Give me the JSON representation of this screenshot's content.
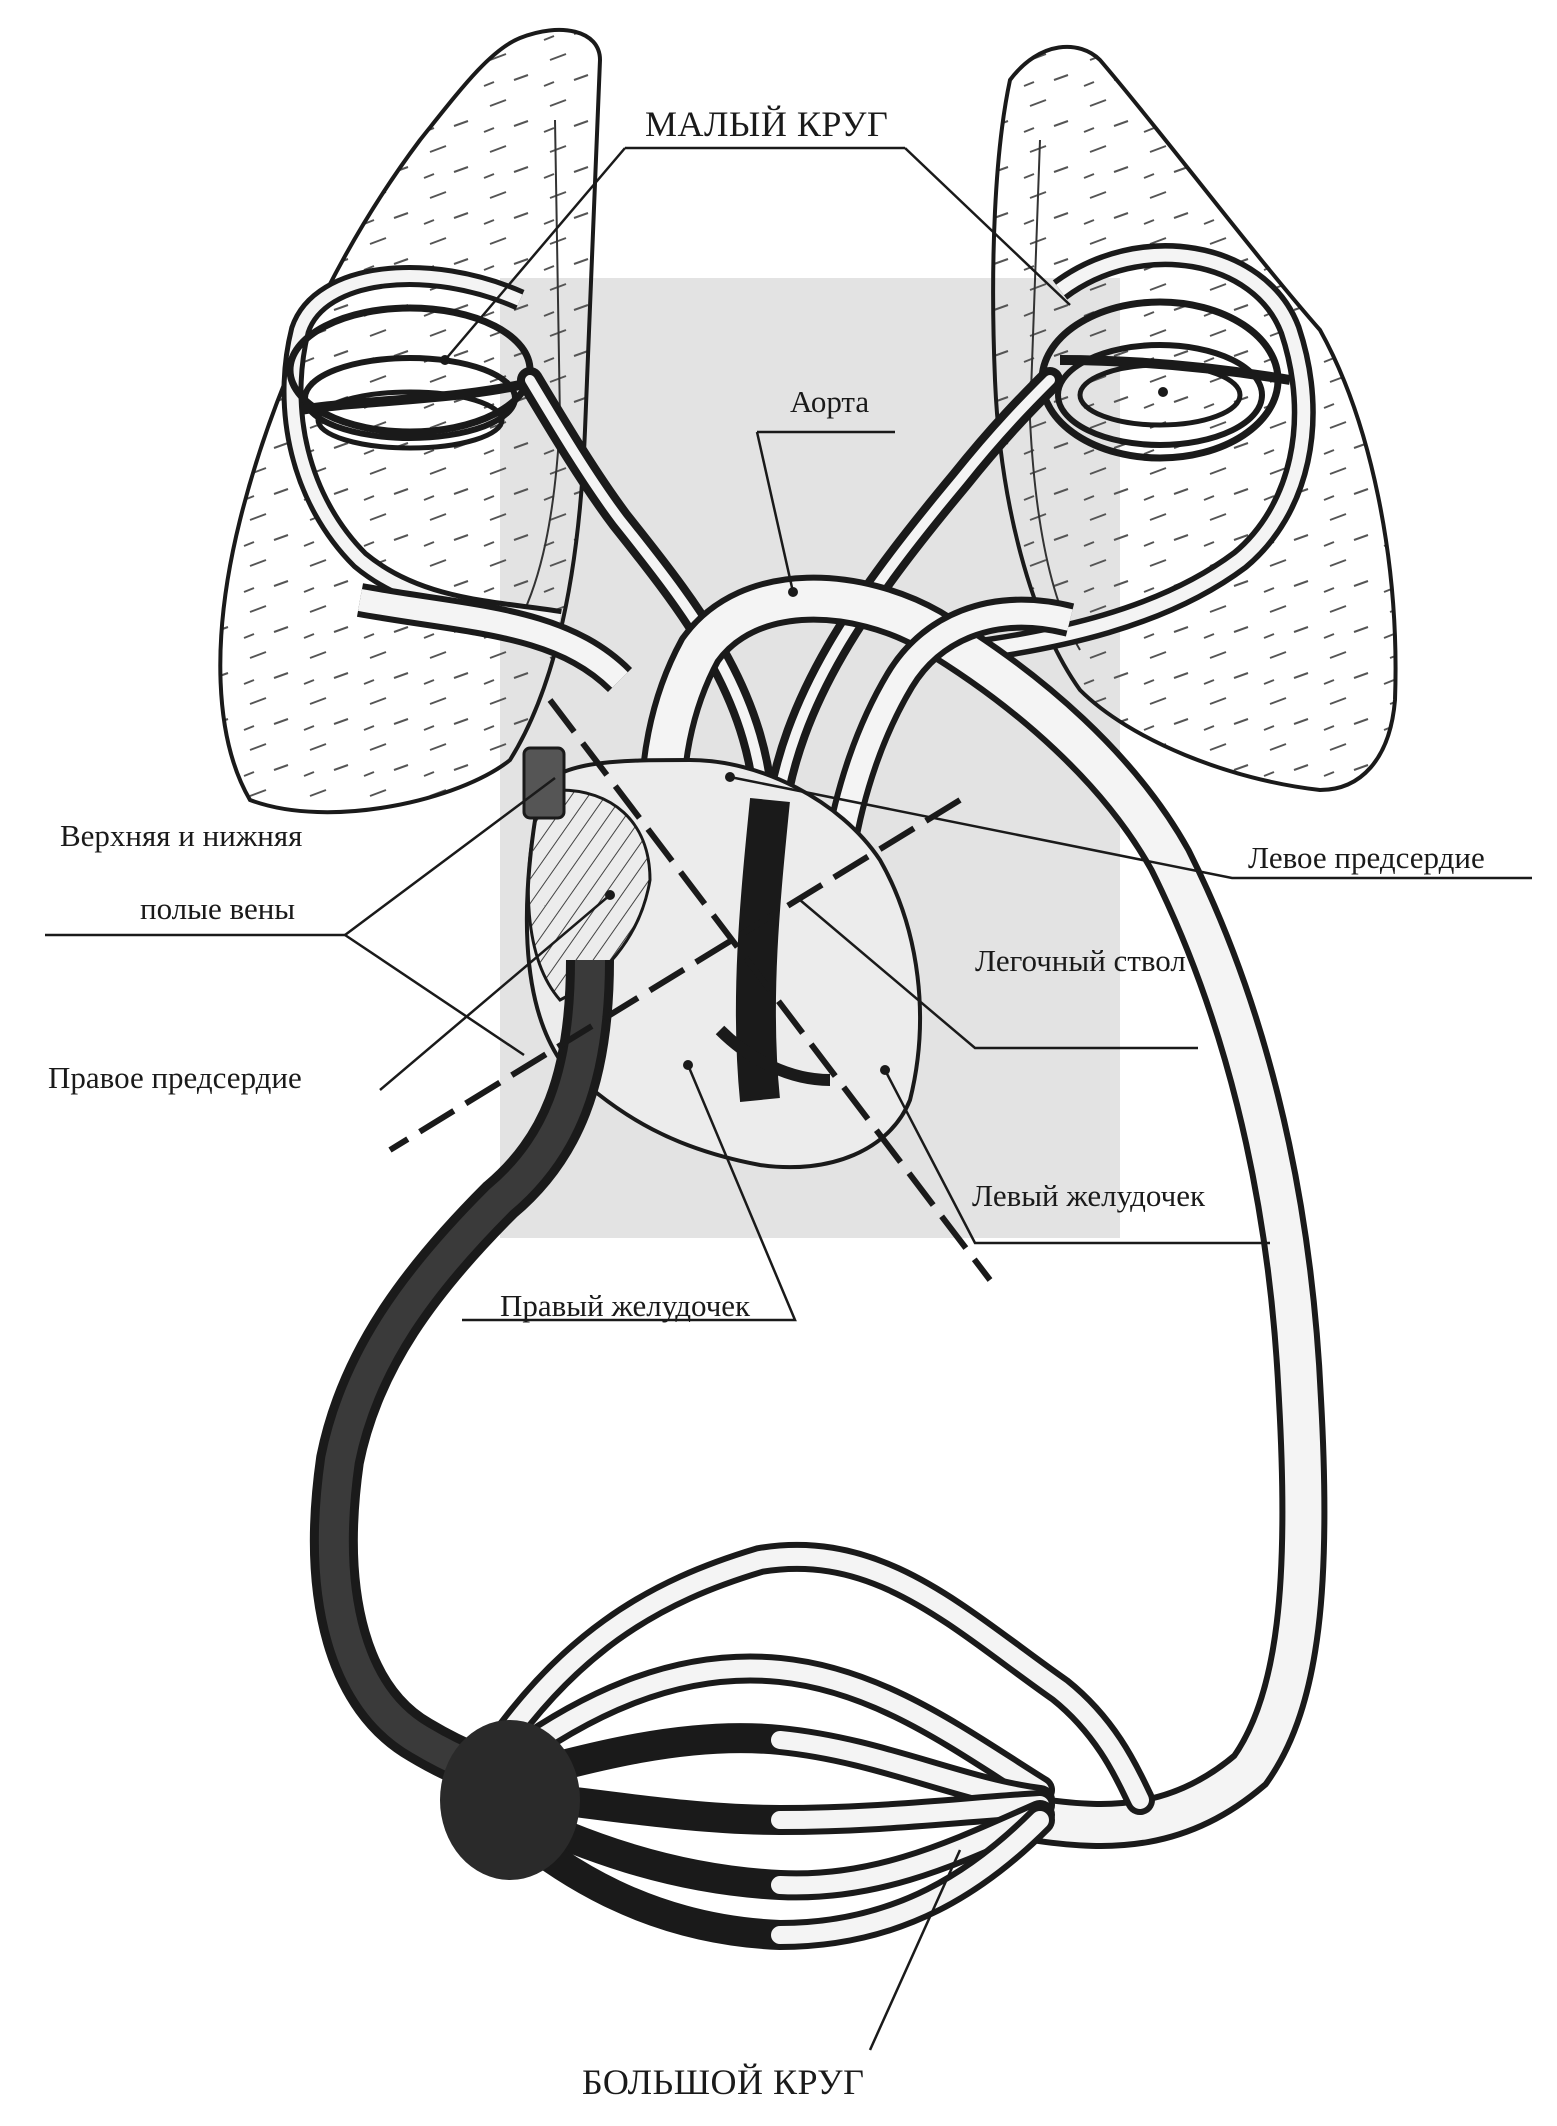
{
  "diagram": {
    "labels": {
      "pulmonary_circuit": "МАЛЫЙ КРУГ",
      "aorta": "Аорта",
      "left_atrium": "Левое предсердие",
      "venae_cavae_line1": "Верхняя и нижняя",
      "venae_cavae_line2": "полые вены",
      "pulmonary_trunk": "Легочный ствол",
      "right_atrium": "Правое предсердие",
      "left_ventricle": "Левый желудочек",
      "right_ventricle": "Правый желудочек",
      "systemic_circuit": "БОЛЬШОЙ КРУГ"
    },
    "colors": {
      "ink": "#1a1a1a",
      "paper": "#ffffff",
      "shade": "#e3e3e3",
      "vessel_light": "#f4f4f4",
      "vessel_dark": "#202020"
    }
  }
}
